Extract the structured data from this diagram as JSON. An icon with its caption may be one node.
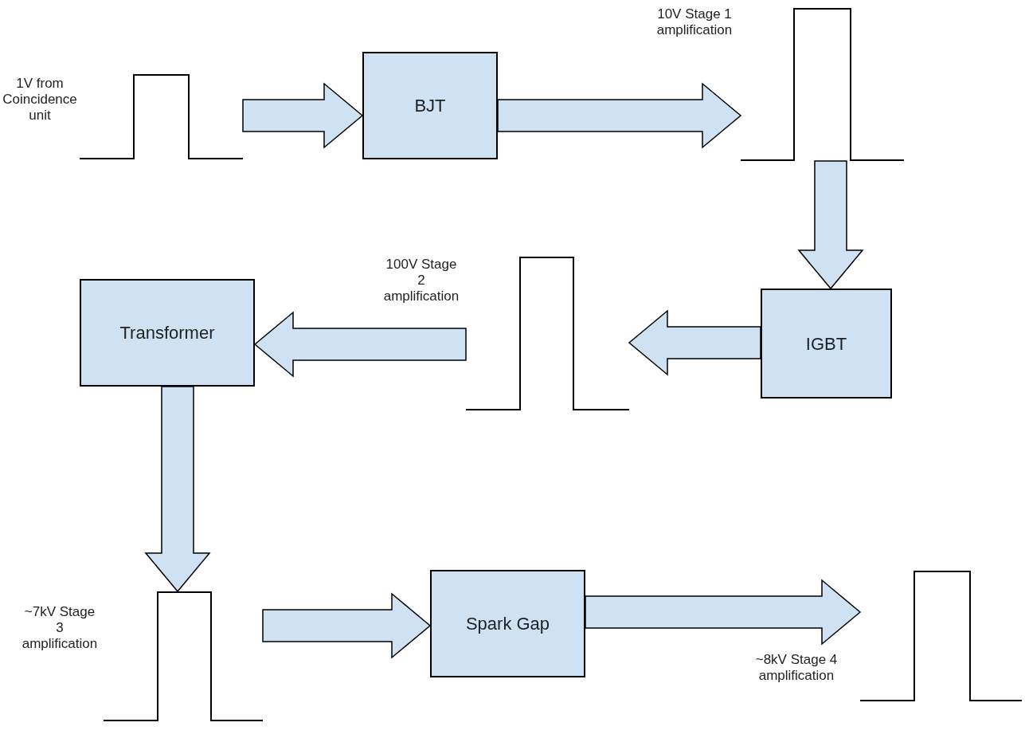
{
  "diagram": {
    "nodes": [
      {
        "text": [],
        "shape": "picture",
        "beside": [
          "1V from Coincidence unit"
        ]
      },
      {
        "text": [
          "BJT"
        ]
      },
      {
        "text": [],
        "shape": "picture",
        "beside": [
          "10V Stage 1 amplification"
        ]
      },
      {
        "text": [
          "IGBT"
        ]
      },
      {
        "text": [],
        "shape": "picture",
        "beside": [
          "100V Stage 2 amplification"
        ]
      },
      {
        "text": [
          "Transformer"
        ]
      },
      {
        "text": [],
        "shape": "picture",
        "beside": [
          "~7kV Stage 3 amplification"
        ]
      },
      {
        "text": [
          "Spark Gap"
        ]
      },
      {
        "text": [],
        "shape": "picture",
        "beside": [
          "~8kV Stage 4 amplification"
        ]
      }
    ],
    "edges": [
      {
        "from": 0,
        "to": 1,
        "arrow": "to"
      },
      {
        "from": 1,
        "to": 2,
        "arrow": "to"
      },
      {
        "from": 2,
        "to": 3,
        "arrow": "to"
      },
      {
        "from": 3,
        "to": 4,
        "arrow": "to"
      },
      {
        "from": 4,
        "to": 5,
        "arrow": "to"
      },
      {
        "from": 5,
        "to": 6,
        "arrow": "to"
      },
      {
        "from": 6,
        "to": 7,
        "arrow": "to"
      },
      {
        "from": 7,
        "to": 8,
        "arrow": "to"
      }
    ]
  }
}
